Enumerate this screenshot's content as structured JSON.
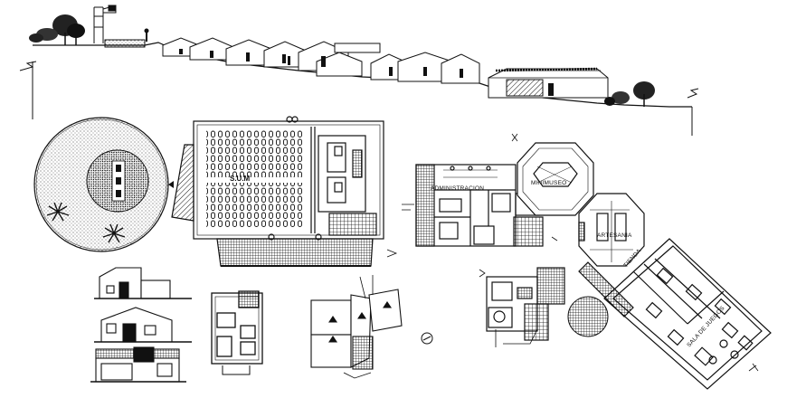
{
  "labels": {
    "sum": "S.U.M",
    "administracion": "ADMINISTRACION",
    "minimuseo": "MINIMUSEO",
    "artesania": "ARTESANIA",
    "tienda": "TIENDA",
    "sala_de_juegos": "SALA DE JUEGOS"
  },
  "colors": {
    "ink": "#111111",
    "paper": "#ffffff",
    "hatch": "#333333"
  },
  "icons": {
    "tree": "tree-icon",
    "palm": "palm-tree-icon",
    "north_arrow": "north-arrow-icon"
  }
}
